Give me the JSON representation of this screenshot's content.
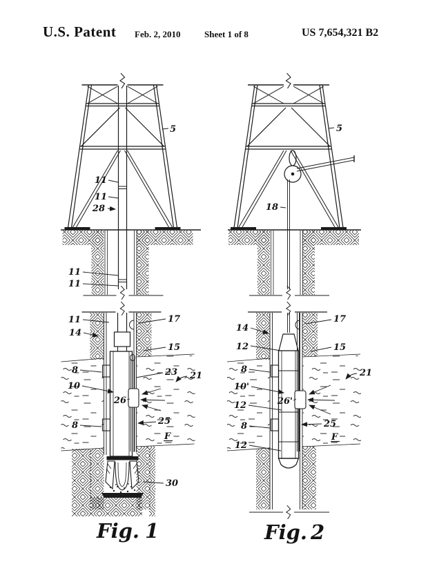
{
  "header": {
    "title": "U.S. Patent",
    "date": "Feb. 2, 2010",
    "sheet": "Sheet 1 of 8",
    "patent_number": "US 7,654,321 B2"
  },
  "colors": {
    "ink": "#1b1b1b",
    "paper": "#ffffff"
  },
  "figures": [
    {
      "caption_label": "Fig.",
      "caption_number": "1",
      "description": "Drilling derrick with drill string and drill bit in wellbore",
      "labels": [
        {
          "ref": "5"
        },
        {
          "ref": "11"
        },
        {
          "ref": "11"
        },
        {
          "ref": "28"
        },
        {
          "ref": "11"
        },
        {
          "ref": "11"
        },
        {
          "ref": "11"
        },
        {
          "ref": "14"
        },
        {
          "ref": "17"
        },
        {
          "ref": "15"
        },
        {
          "ref": "8"
        },
        {
          "ref": "23"
        },
        {
          "ref": "21"
        },
        {
          "ref": "10"
        },
        {
          "ref": "26"
        },
        {
          "ref": "8"
        },
        {
          "ref": "25"
        },
        {
          "ref": "F"
        },
        {
          "ref": "30"
        }
      ]
    },
    {
      "caption_label": "Fig.",
      "caption_number": "2",
      "description": "Derrick with crown pulley lowering wireline tool in wellbore",
      "labels": [
        {
          "ref": "5"
        },
        {
          "ref": "18"
        },
        {
          "ref": "14"
        },
        {
          "ref": "17"
        },
        {
          "ref": "12"
        },
        {
          "ref": "15"
        },
        {
          "ref": "8"
        },
        {
          "ref": "21"
        },
        {
          "ref": "10'"
        },
        {
          "ref": "26'"
        },
        {
          "ref": "12"
        },
        {
          "ref": "8"
        },
        {
          "ref": "25"
        },
        {
          "ref": "F"
        },
        {
          "ref": "12"
        }
      ]
    }
  ]
}
